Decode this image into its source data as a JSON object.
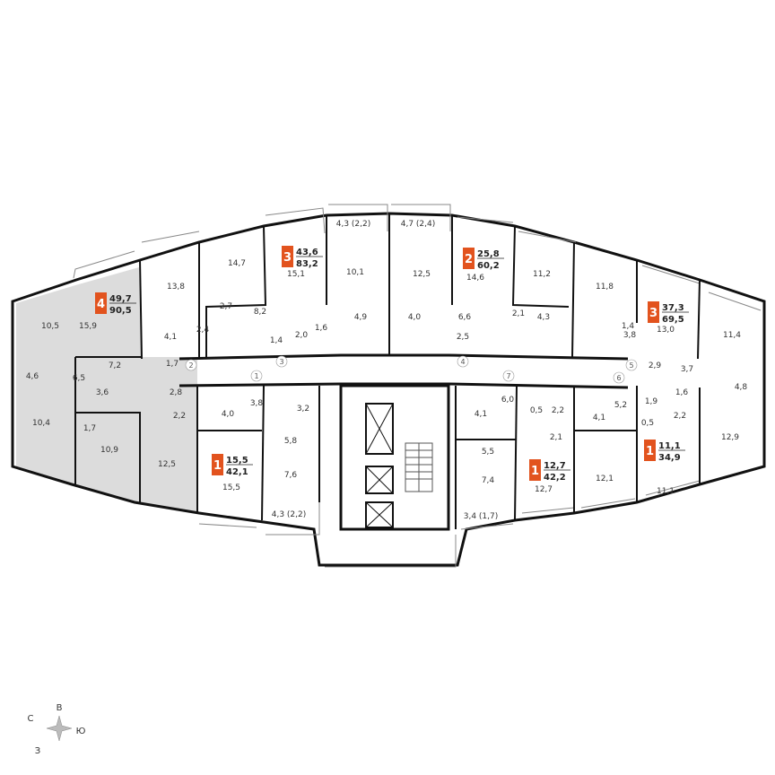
{
  "colors": {
    "wall": "#111111",
    "thin_wall": "#555555",
    "highlight_fill": "#dcdcdc",
    "badge": "#e2531e",
    "window": "#888888"
  },
  "apartments": [
    {
      "id": "apt-4",
      "rooms": "4",
      "living": "49,7",
      "total": "90,5",
      "highlighted": true
    },
    {
      "id": "apt-3-top",
      "rooms": "3",
      "living": "43,6",
      "total": "83,2",
      "highlighted": false
    },
    {
      "id": "apt-2",
      "rooms": "2",
      "living": "25,8",
      "total": "60,2",
      "highlighted": false
    },
    {
      "id": "apt-3-right",
      "rooms": "3",
      "living": "37,3",
      "total": "69,5",
      "highlighted": false
    },
    {
      "id": "apt-1-left",
      "rooms": "1",
      "living": "15,5",
      "total": "42,1",
      "highlighted": false
    },
    {
      "id": "apt-1-mid",
      "rooms": "1",
      "living": "12,7",
      "total": "42,2",
      "highlighted": false
    },
    {
      "id": "apt-1-right",
      "rooms": "1",
      "living": "11,1",
      "total": "34,9",
      "highlighted": false
    }
  ],
  "room_labels": [
    "10,5",
    "15,9",
    "4,6",
    "6,5",
    "7,2",
    "1,7",
    "3,6",
    "2,8",
    "10,4",
    "1,7",
    "10,9",
    "2,2",
    "12,5",
    "13,8",
    "14,7",
    "2,7",
    "4,1",
    "2,4",
    "8,2",
    "1,4",
    "2,0",
    "1,6",
    "15,1",
    "4,3 (2,2)",
    "10,1",
    "4,9",
    "4,7 (2,4)",
    "12,5",
    "14,6",
    "4,0",
    "6,6",
    "2,5",
    "11,2",
    "2,1",
    "4,3",
    "11,8",
    "1,4",
    "3,8",
    "13,0",
    "11,4",
    "2,9",
    "3,7",
    "1,6",
    "4,8",
    "1,9",
    "2,2",
    "12,9",
    "4,0",
    "3,8",
    "3,2",
    "5,8",
    "7,6",
    "15,5",
    "4,3 (2,2)",
    "4,1",
    "6,0",
    "0,5",
    "2,2",
    "2,1",
    "5,5",
    "7,4",
    "12,7",
    "3,4 (1,7)",
    "4,1",
    "5,2",
    "0,5",
    "12,1",
    "11,1"
  ],
  "corridor_numbers": [
    "1",
    "2",
    "3",
    "4",
    "5",
    "6",
    "7"
  ],
  "compass": {
    "north": "С",
    "east": "В",
    "south": "Ю",
    "west": "З"
  }
}
